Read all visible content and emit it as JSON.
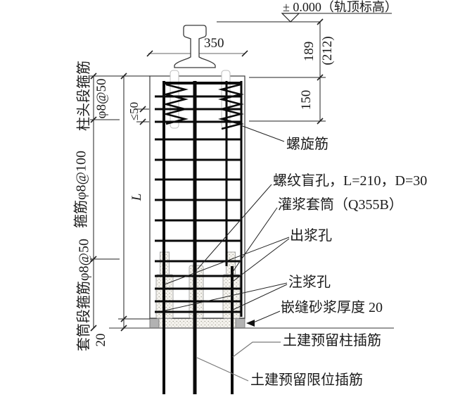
{
  "colors": {
    "line": "#1a1a1a",
    "dim_gray": "#999999",
    "sleeve_outline": "#aaaaaa",
    "stipple_bg": "#f3f1ec"
  },
  "elevation": {
    "label": "± 0.000（轨顶标高）"
  },
  "dimensions": {
    "rail_width": "350",
    "rail_top_to_column": "189",
    "rail_top_to_column_alt": "(212)",
    "spiral_zone": "150",
    "column_length": "L",
    "mortar_thickness": "20",
    "stirrup_spacing_max": "≤50"
  },
  "left_labels": {
    "head_zone": "柱头段箍筋",
    "head_zone_spec": "φ8@50",
    "mid_zone_spec": "箍筋φ8@100",
    "sleeve_zone_spec": "套筒段箍筋φ8@50"
  },
  "callouts": {
    "spiral_bar": "螺旋筋",
    "threaded_blind_hole": "螺纹盲孔，L=210，D=30",
    "grout_sleeve": "灌浆套筒（Q355B）",
    "grout_outlet": "出浆孔",
    "grout_inlet": "注浆孔",
    "mortar_joint": "嵌缝砂浆厚度 20",
    "reserved_column_dowel": "土建预留柱插筋",
    "reserved_limit_dowel": "土建预留限位插筋"
  }
}
